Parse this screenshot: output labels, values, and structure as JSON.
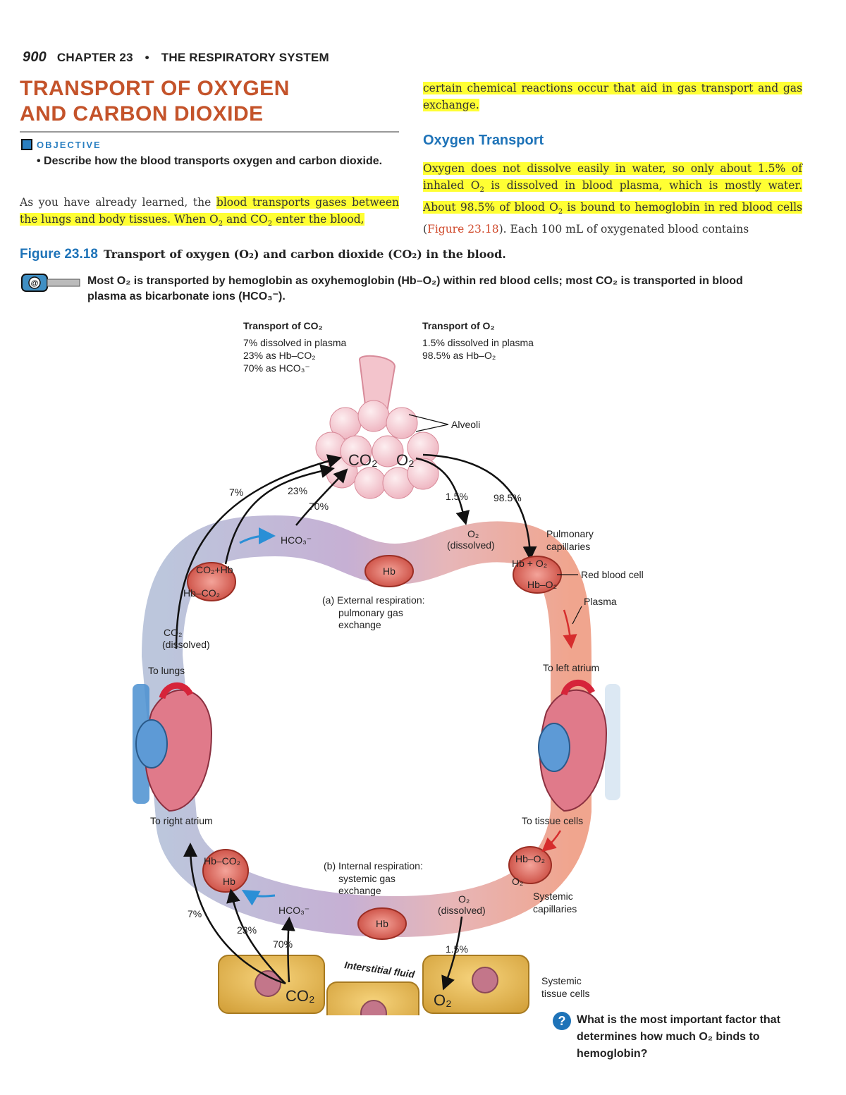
{
  "header": {
    "page_number": "900",
    "chapter": "CHAPTER 23",
    "separator": "•",
    "chapter_title": "THE RESPIRATORY SYSTEM"
  },
  "section": {
    "title_line1": "TRANSPORT OF OXYGEN",
    "title_line2": "AND CARBON DIOXIDE",
    "objective_label": "OBJECTIVE",
    "objective_bullet": "• Describe how the blood transports oxygen and carbon dioxide."
  },
  "left_body": {
    "seg1": "As you have already learned, the ",
    "seg2_hl": "blood transports gases between the lungs and body tissues. When O",
    "seg3_hl_sub": "2",
    "seg4_hl": " and CO",
    "seg5_hl_sub": "2",
    "seg6_hl": " enter the blood,"
  },
  "right_body": {
    "top_hl": "certain chemical reactions occur that aid in gas transport and gas exchange.",
    "subhead": "Oxygen Transport",
    "p1": "Oxygen does not dissolve easily in water, so only about 1.5% of inhaled O",
    "p1_sub": "2",
    "p2": " is dissolved in blood plasma, which is mostly water. About 98.5% of blood O",
    "p2_sub": "2",
    "p3": " is bound to hemoglobin in red blood cells",
    "p4_paren_open": " (",
    "p4_link": "Figure 23.18",
    "p5": "). Each 100 mL of oxygenated blood contains"
  },
  "figure": {
    "number": "Figure 23.18",
    "title": "Transport of oxygen (O₂) and carbon dioxide (CO₂) in the blood.",
    "summary": "Most O₂ is transported by hemoglobin as oxyhemoglobin (Hb–O₂) within red blood cells; most CO₂ is transported in blood plasma as bicarbonate ions (HCO₃⁻).",
    "icon": "web-link-icon"
  },
  "diagram": {
    "co2_heading": "Transport of CO₂",
    "co2_line1": "7% dissolved in plasma",
    "co2_line2": "23% as Hb–CO₂",
    "co2_line3": "70% as HCO₃⁻",
    "o2_heading": "Transport of O₂",
    "o2_line1": "1.5% dissolved in plasma",
    "o2_line2": "98.5% as Hb–O₂",
    "alveoli": "Alveoli",
    "co2_big": "CO₂",
    "o2_big": "O₂",
    "pct_7": "7%",
    "pct_23": "23%",
    "pct_70": "70%",
    "pct_1_5": "1.5%",
    "pct_98_5": "98.5%",
    "hco3": "HCO₃⁻",
    "o2_dissolved_1": "O₂",
    "o2_dissolved_2": "(dissolved)",
    "pulmonary_capillaries_1": "Pulmonary",
    "pulmonary_capillaries_2": "capillaries",
    "co2_hb": "CO₂+Hb",
    "hb_co2": "Hb–CO₂",
    "hb": "Hb",
    "hb_plus_o2": "Hb + O₂",
    "hb_o2": "Hb–O₂",
    "red_blood_cell": "Red blood cell",
    "plasma": "Plasma",
    "external_1": "(a) External respiration:",
    "external_2": "pulmonary gas",
    "external_3": "exchange",
    "co2_dissolved_1": "CO₂",
    "co2_dissolved_2": "(dissolved)",
    "to_lungs": "To lungs",
    "to_left_atrium": "To left atrium",
    "to_right_atrium": "To right atrium",
    "to_tissue_cells": "To tissue cells",
    "internal_1": "(b) Internal respiration:",
    "internal_2": "systemic gas",
    "internal_3": "exchange",
    "systemic_capillaries_1": "Systemic",
    "systemic_capillaries_2": "capillaries",
    "interstitial_fluid": "Interstitial fluid",
    "systemic_tissue_1": "Systemic",
    "systemic_tissue_2": "tissue cells"
  },
  "question": {
    "icon": "?",
    "text": "What is the most important factor that determines how much O₂ binds to hemoglobin?"
  }
}
